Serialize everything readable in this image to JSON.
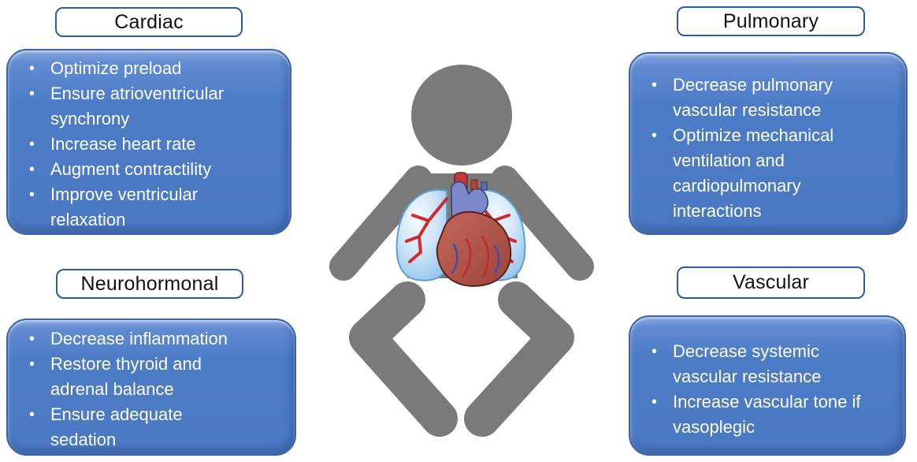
{
  "panels": {
    "cardiac": {
      "title": "Cardiac",
      "items": [
        "Optimize preload",
        "Ensure atrioventricular synchrony",
        "Increase heart rate",
        "Augment contractility",
        "Improve ventricular relaxation"
      ]
    },
    "pulmonary": {
      "title": "Pulmonary",
      "items": [
        "Decrease pulmonary vascular resistance",
        "Optimize mechanical ventilation and cardiopulmonary interactions"
      ]
    },
    "neurohormonal": {
      "title": "Neurohormonal",
      "items": [
        "Decrease inflammation",
        "Restore thyroid and adrenal balance",
        "Ensure adequate sedation"
      ]
    },
    "vascular": {
      "title": "Vascular",
      "items": [
        "Decrease systemic vascular resistance",
        "Increase vascular tone if vasoplegic"
      ]
    }
  },
  "figure": {
    "icon": "infant-silhouette-with-heart-and-lungs-illustration"
  },
  "colors": {
    "panel_fill": "#4d7cc7",
    "panel_border": "#3c64a8",
    "title_border": "#2e5aa3",
    "bullet_text": "#ffffff",
    "figure_gray": "#7a7a7a",
    "lung_blue": "#cde4f8",
    "lung_edge": "#5e9fd4",
    "vessel_red": "#cf2b2b",
    "vessel_blue": "#7d88cb",
    "heart_red": "#a84f45",
    "trachea_red": "#c5393b"
  }
}
